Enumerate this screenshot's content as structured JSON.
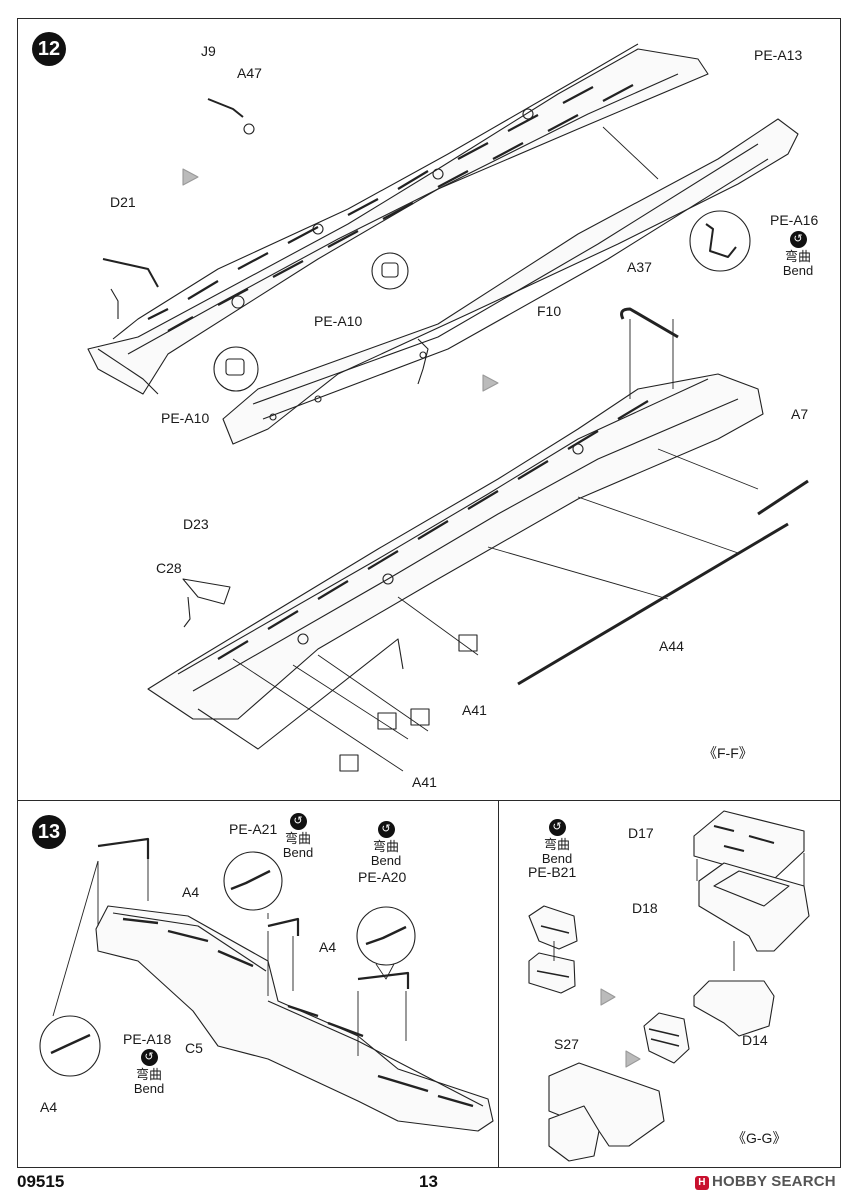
{
  "steps": {
    "step12": "12",
    "step13": "13"
  },
  "bend": {
    "icon": "bend-icon",
    "zh": "弯曲",
    "en": "Bend"
  },
  "panel12": {
    "parts": {
      "j9": "J9",
      "a47": "A47",
      "d21": "D21",
      "pe_a13": "PE-A13",
      "pe_a16": "PE-A16",
      "pe_a10_top": "PE-A10",
      "pe_a10_left": "PE-A10",
      "f10": "F10",
      "a37": "A37",
      "a7": "A7",
      "d23": "D23",
      "c28": "C28",
      "a44": "A44",
      "a41_mid": "A41",
      "a41_bottom": "A41"
    },
    "view": "《F-F》"
  },
  "panel13": {
    "parts": {
      "pe_a21": "PE-A21",
      "a4_top": "A4",
      "pe_a20": "PE-A20",
      "a4_right": "A4",
      "pe_a18": "PE-A18",
      "c5": "C5",
      "a4_bottom": "A4"
    }
  },
  "panel_gg": {
    "parts": {
      "pe_b21": "PE-B21",
      "d17": "D17",
      "d18": "D18",
      "s27": "S27",
      "d14": "D14"
    },
    "view": "《G-G》"
  },
  "footer": {
    "code": "09515",
    "page": "13"
  },
  "watermark": {
    "text": "HOBBY SEARCH",
    "logo": "H"
  }
}
